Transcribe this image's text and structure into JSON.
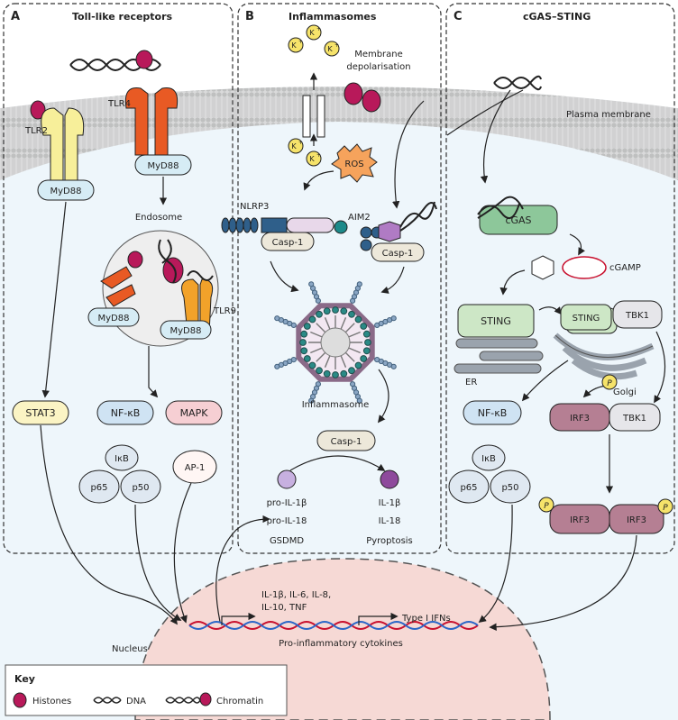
{
  "panels": {
    "a": {
      "letter": "A",
      "title": "Toll-like receptors"
    },
    "b": {
      "letter": "B",
      "title": "Inflammasomes"
    },
    "c": {
      "letter": "C",
      "title": "cGAS–STING"
    }
  },
  "labels": {
    "tlr2": "TLR2",
    "tlr4": "TLR4",
    "tlr9": "TLR9",
    "myd88": "MyD88",
    "endosome": "Endosome",
    "stat3": "STAT3",
    "nfkb": "NF-κB",
    "mapk": "MAPK",
    "ikb": "IκB",
    "p65": "p65",
    "p50": "p50",
    "ap1": "AP-1",
    "k": "K",
    "kplus": "+",
    "membrane_depol_1": "Membrane",
    "membrane_depol_2": "depolarisation",
    "ros": "ROS",
    "nlrp3": "NLRP3",
    "aim2": "AIM2",
    "casp1": "Casp-1",
    "inflammasome": "Inflammasome",
    "pro_il1b": "pro-IL-1β",
    "pro_il18": "pro-IL-18",
    "gsdmd": "GSDMD",
    "il1b": "IL-1β",
    "il18": "IL-18",
    "pyroptosis": "Pyroptosis",
    "plasma_membrane": "Plasma membrane",
    "cgas": "cGAS",
    "cgamp": "cGAMP",
    "sting": "STING",
    "tbk1": "TBK1",
    "er": "ER",
    "golgi": "Golgi",
    "irf3": "IRF3",
    "p": "P",
    "nucleus": "Nucleus",
    "cytokines_1": "IL-1β, IL-6, IL-8,",
    "cytokines_2": "IL-10, TNF",
    "type1_ifn": "Type I IFNs",
    "pro_inflammatory": "Pro-inflammatory cytokines"
  },
  "key": {
    "title": "Key",
    "histones": "Histones",
    "dna": "DNA",
    "chromatin": "Chromatin"
  },
  "colors": {
    "tlr2": "#f7ef9a",
    "tlr4": "#e85a24",
    "tlr9": "#f2a22a",
    "myd88": "#d6ecf5",
    "histone": "#b8195a",
    "stat3": "#fbf4c4",
    "nfkb": "#cfe3f3",
    "mapk": "#f6cfd3",
    "factor": "#dfe8f1",
    "ros": "#f6a35c",
    "casp1": "#ede8da",
    "pro_il1b": "#c7b0e0",
    "il1b": "#8e4a9c",
    "cgas": "#8dc79a",
    "sting": "#cde7c6",
    "tbk1": "#e6e6ea",
    "irf3": "#b57f93",
    "phospho": "#f6e36a",
    "nucleus": "#f6d9d5",
    "cytoplasm": "#eef6fb"
  }
}
